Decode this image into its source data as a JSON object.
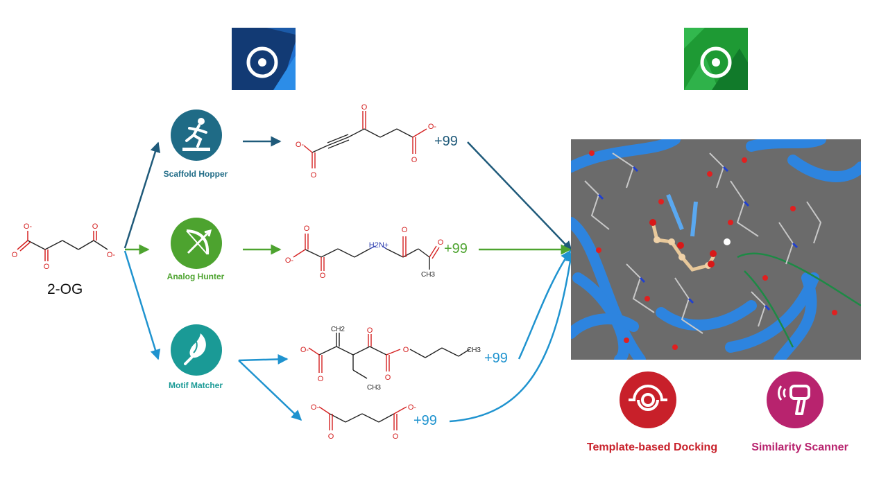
{
  "input_molecule": {
    "label": "2-OG"
  },
  "tools": [
    {
      "label": "Scaffold Hopper",
      "color": "#1f6b86"
    },
    {
      "label": "Analog Hunter",
      "color": "#4da32f"
    },
    {
      "label": "Motif Matcher",
      "color": "#1a9a96"
    }
  ],
  "results": [
    {
      "count": "+99",
      "color": "#1f5a7a"
    },
    {
      "count": "+99",
      "color": "#4da32f"
    },
    {
      "count": "+99",
      "color": "#1f93cf"
    },
    {
      "count": "+99",
      "color": "#1f93cf"
    }
  ],
  "bottom_tools": [
    {
      "label": "Template-based Docking",
      "color": "#c8202a"
    },
    {
      "label": "Similarity Scanner",
      "color": "#b8236e"
    }
  ],
  "atom_labels": {
    "o_minus": "O-",
    "o": "O",
    "nh2_plus": "H2N+",
    "ch3": "CH3",
    "ch2": "CH2"
  }
}
